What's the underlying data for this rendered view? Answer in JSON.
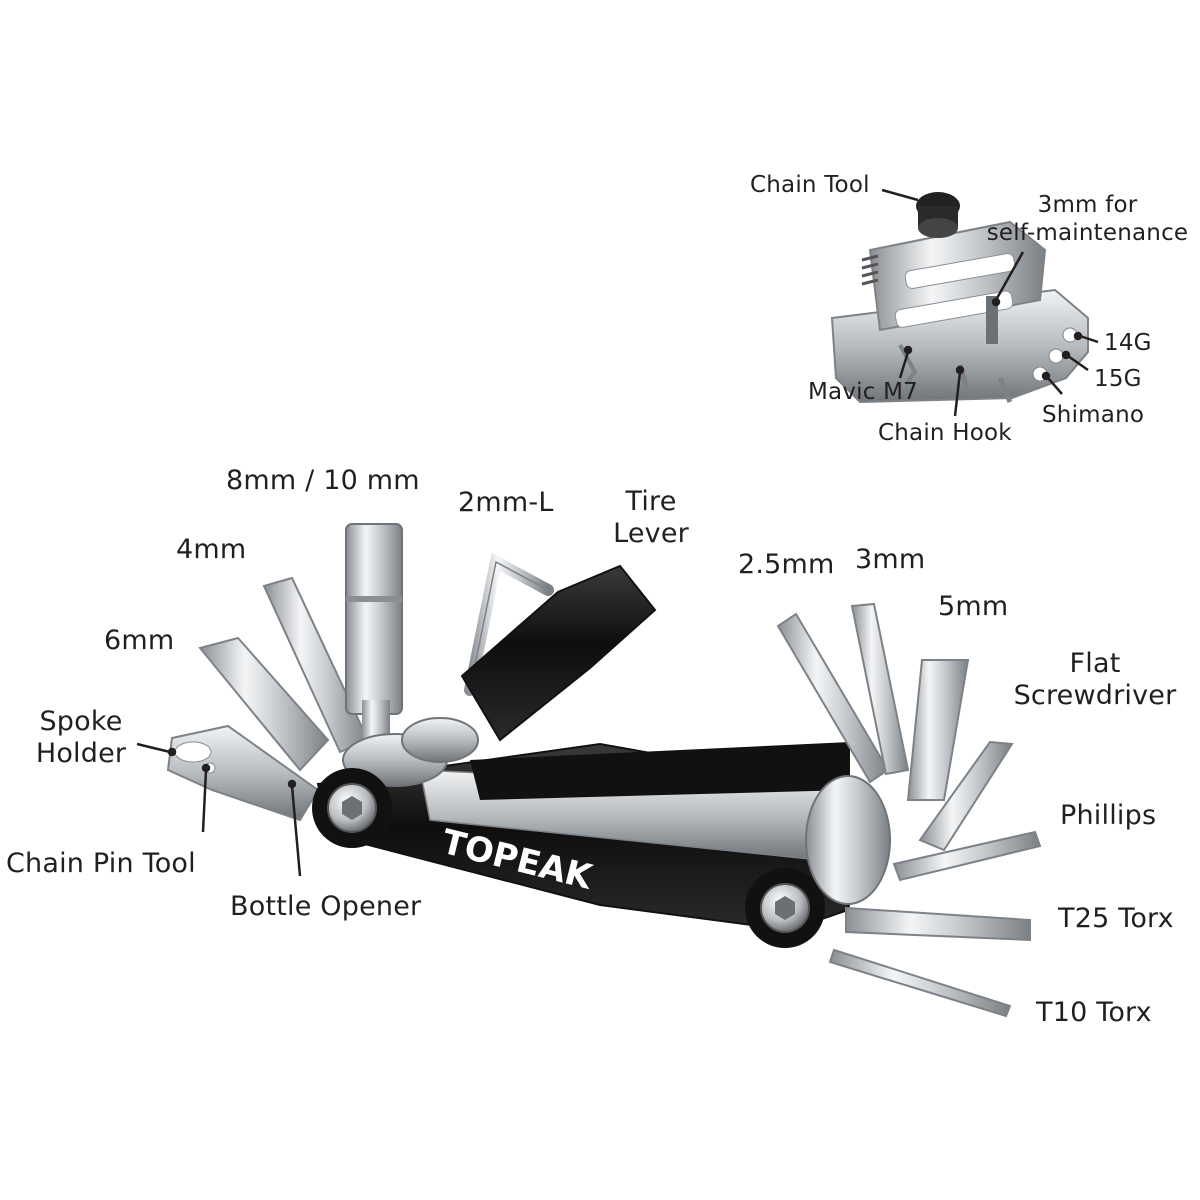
{
  "diagram": {
    "brand_marking": "TOPEAK",
    "chain_tool_labels": {
      "chain_tool": "Chain Tool",
      "self_maintenance_line1": "3mm for",
      "self_maintenance_line2": "self-maintenance",
      "g14": "14G",
      "g15": "15G",
      "mavic": "Mavic M7",
      "shimano": "Shimano",
      "chain_hook": "Chain Hook"
    },
    "tool_labels": {
      "mm8_10": "8mm / 10 mm",
      "mm2l": "2mm-L",
      "tire_lever_line1": "Tire",
      "tire_lever_line2": "Lever",
      "mm4": "4mm",
      "mm6": "6mm",
      "mm25": "2.5mm",
      "mm3": "3mm",
      "mm5": "5mm",
      "flat_line1": "Flat",
      "flat_line2": "Screwdriver",
      "spoke_line1": "Spoke",
      "spoke_line2": "Holder",
      "phillips": "Phillips",
      "chain_pin_tool": "Chain Pin Tool",
      "bottle_opener": "Bottle Opener",
      "t25": "T25 Torx",
      "t10": "T10 Torx"
    }
  },
  "colors": {
    "label_text": "#231f20",
    "leader_line": "#231f20",
    "body_black": "#1a1a1a",
    "steel_light": "#e6e8ea",
    "steel_mid": "#b9bdc1",
    "steel_dark": "#7d8287"
  }
}
